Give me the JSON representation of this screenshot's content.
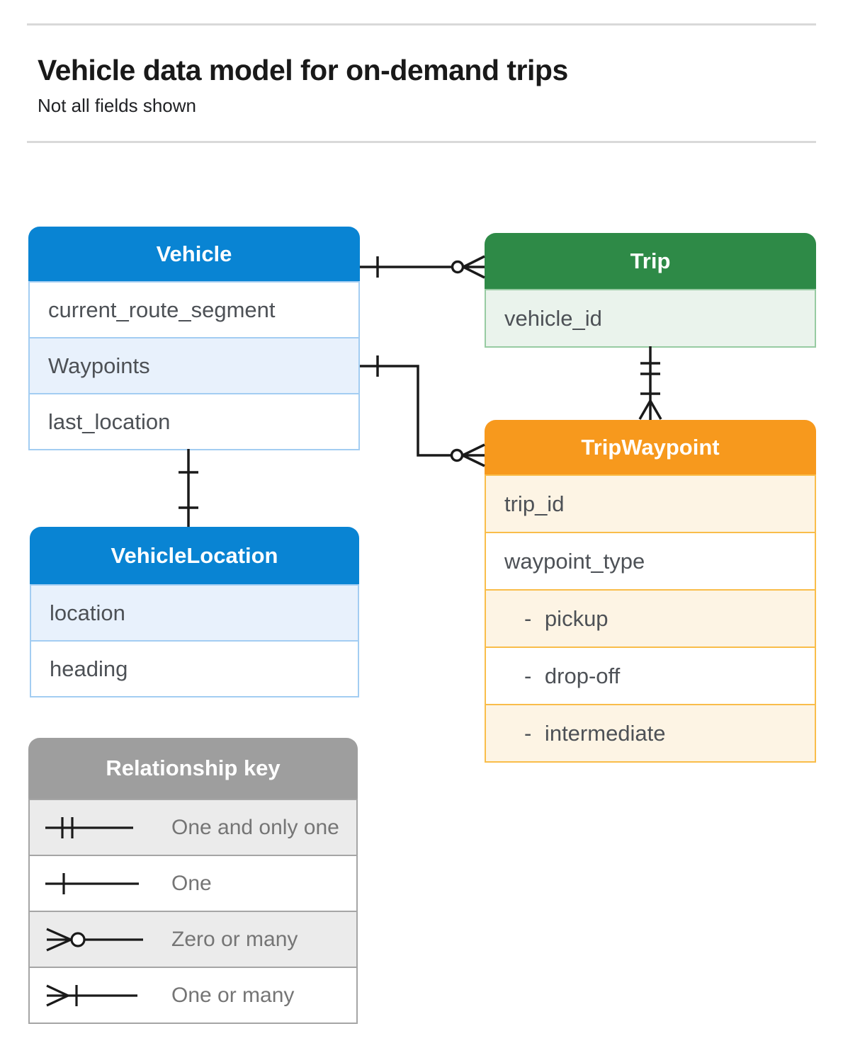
{
  "page": {
    "title": "Vehicle data model for on-demand trips",
    "subtitle": "Not all fields shown"
  },
  "entities": {
    "vehicle": {
      "title": "Vehicle",
      "fields": [
        "current_route_segment",
        "Waypoints",
        "last_location"
      ]
    },
    "trip": {
      "title": "Trip",
      "fields": [
        "vehicle_id"
      ]
    },
    "trip_waypoint": {
      "title": "TripWaypoint",
      "fields": [
        "trip_id",
        "waypoint_type",
        "- pickup",
        "- drop-off",
        "- intermediate"
      ]
    },
    "vehicle_location": {
      "title": "VehicleLocation",
      "fields": [
        "location",
        "heading"
      ]
    }
  },
  "legend": {
    "title": "Relationship key",
    "items": [
      {
        "symbol": "one-and-only-one-icon",
        "label": "One and only one"
      },
      {
        "symbol": "one-icon",
        "label": "One"
      },
      {
        "symbol": "zero-or-many-icon",
        "label": "Zero or many"
      },
      {
        "symbol": "one-or-many-icon",
        "label": "One or many"
      }
    ]
  },
  "relationships": [
    {
      "from": "Vehicle",
      "from_cardinality": "One",
      "to": "Trip",
      "to_cardinality": "Zero or many"
    },
    {
      "from": "Vehicle.Waypoints",
      "from_cardinality": "One",
      "to": "TripWaypoint",
      "to_cardinality": "Zero or many"
    },
    {
      "from": "Trip",
      "from_cardinality": "One and only one",
      "to": "TripWaypoint",
      "to_cardinality": "One or many"
    },
    {
      "from": "Vehicle",
      "from_cardinality": "One",
      "to": "VehicleLocation",
      "to_cardinality": "One"
    }
  ],
  "colors": {
    "blue": "#0984d3",
    "blue_row": "#e8f1fc",
    "blue_border": "#a3cdf2",
    "green": "#2e8a47",
    "green_row": "#eaf3ec",
    "green_border": "#97cba2",
    "orange": "#f7991d",
    "orange_row": "#fdf4e4",
    "orange_border": "#f9bd4a",
    "gray": "#9e9e9e",
    "gray_row": "#ebebeb",
    "gray_border": "#a5a5a5",
    "connector": "#1a1a1a",
    "field_text": "#4d5156",
    "legend_text": "#757575"
  }
}
